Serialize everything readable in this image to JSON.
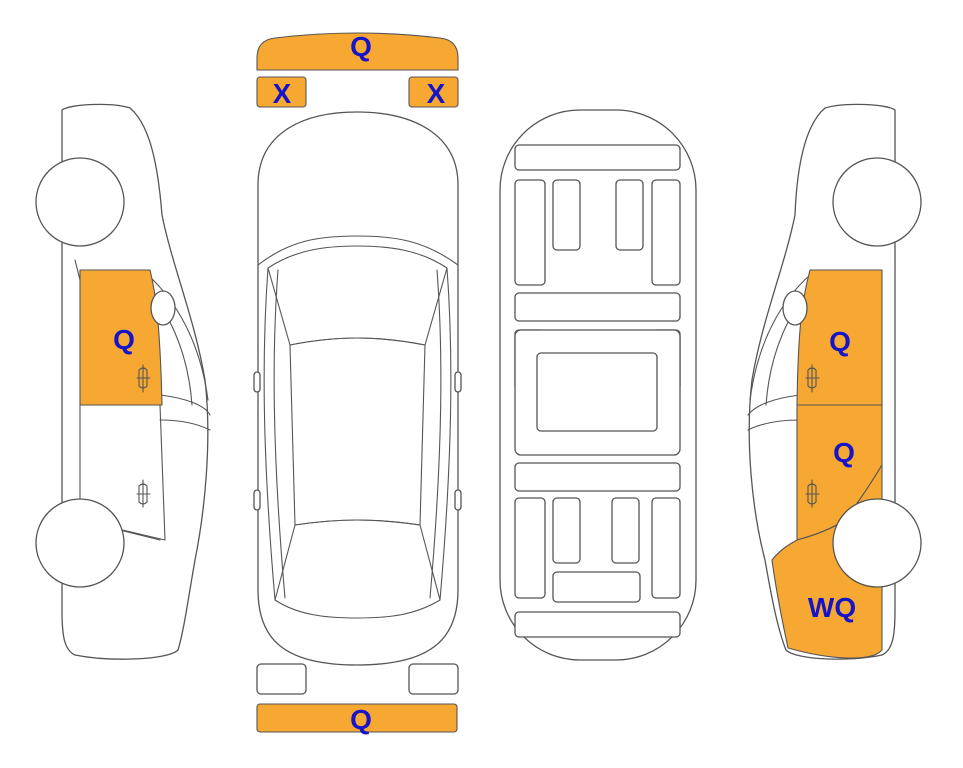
{
  "colors": {
    "damage_fill": "#f7a833",
    "label_text": "#1414c8",
    "outline": "#555555",
    "background": "#ffffff"
  },
  "views": {
    "left_side": {
      "rear_door": "Q"
    },
    "top": {
      "front_bumper": "Q",
      "headlight_left": "X",
      "headlight_right": "X",
      "rear_bumper": "Q"
    },
    "right_side": {
      "front_door": "Q",
      "rear_door": "Q",
      "rear_quarter": "WQ"
    }
  }
}
